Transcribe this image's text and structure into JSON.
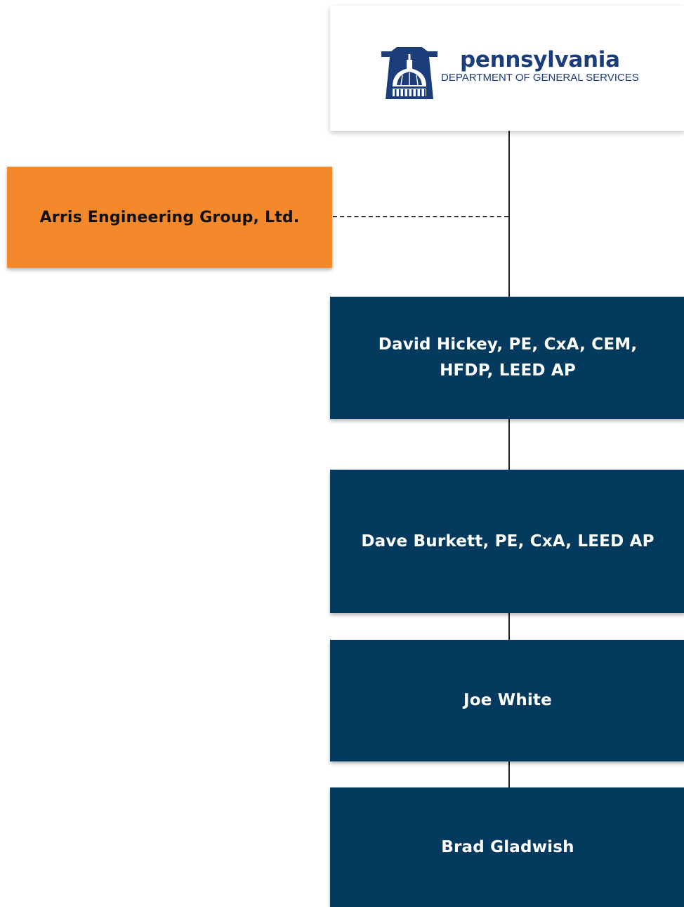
{
  "header": {
    "logo_word": "pennsylvania",
    "logo_subtitle": "DEPARTMENT OF GENERAL SERVICES",
    "logo_icon": "keystone-capitol-dome-icon",
    "logo_color": "#1b3e7a"
  },
  "consultant": {
    "name": "Arris Engineering Group, Ltd.",
    "color": "#f4892c"
  },
  "team": {
    "color": "#043a5e",
    "members": [
      {
        "name": "David Hickey, PE, CxA, CEM, HFDP, LEED AP"
      },
      {
        "name": "Dave Burkett, PE, CxA, LEED AP"
      },
      {
        "name": "Joe White"
      },
      {
        "name": "Brad Gladwish"
      }
    ]
  }
}
